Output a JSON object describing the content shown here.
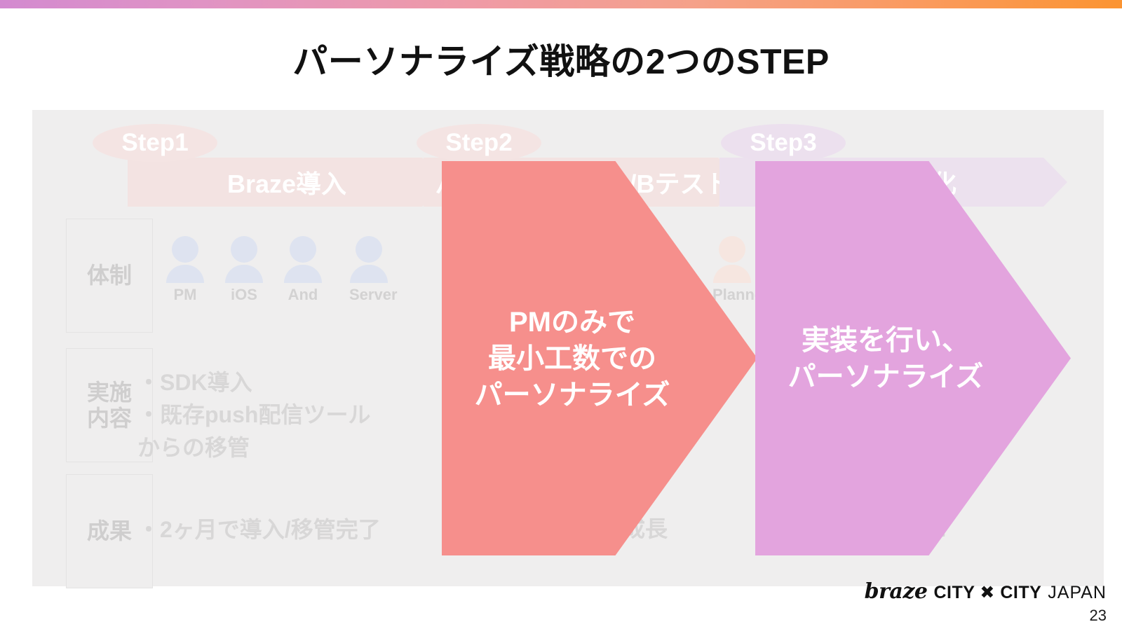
{
  "slide": {
    "title": "パーソナライズ戦略の2つのSTEP",
    "page_number": "23",
    "accent_gradient_from": "#d38ad0",
    "accent_gradient_to": "#fb9431",
    "panel_bg": "#efeeee"
  },
  "steps": [
    {
      "chip_label": "Step1",
      "banner_label": "Braze導入",
      "chip_color": "#f4e4e3",
      "banner_color": "#f3e3e2"
    },
    {
      "chip_label": "Step2",
      "banner_label": "パーソナライズA/Bテスト",
      "chip_color": "#f4e4e3",
      "banner_color": "#f3e3e2"
    },
    {
      "chip_label": "Step3",
      "banner_label": "施策自動化",
      "chip_color": "#ece0ee",
      "banner_color": "#ece1ee"
    }
  ],
  "row_labels": [
    {
      "label": "体制"
    },
    {
      "label": "実施\n内容"
    },
    {
      "label": "成果"
    }
  ],
  "team_step1": [
    {
      "role": "PM",
      "tone": "blue"
    },
    {
      "role": "iOS",
      "tone": "blue"
    },
    {
      "role": "And",
      "tone": "blue"
    },
    {
      "role": "Server",
      "tone": "blue"
    }
  ],
  "team_step3": [
    {
      "role": "Planner",
      "tone": "peach"
    }
  ],
  "step1_content": {
    "implementation": "・SDK導入\n・既存push配信ツール\nからの移管",
    "results": "・2ヶ月で導入/移管完了"
  },
  "ghost_fragments": {
    "step2_results": "成長",
    "step3_results": "に"
  },
  "big_chevrons": [
    {
      "name": "step2-callout",
      "text": "PMのみで\n最小工数での\nパーソナライズ",
      "color": "#f68f8c"
    },
    {
      "name": "step3-callout",
      "text": "実装を行い、\nパーソナライズ",
      "color": "#e3a4de"
    }
  ],
  "footer": {
    "brand": "braze",
    "event": "CITY ✖ CITY",
    "region": "JAPAN"
  }
}
